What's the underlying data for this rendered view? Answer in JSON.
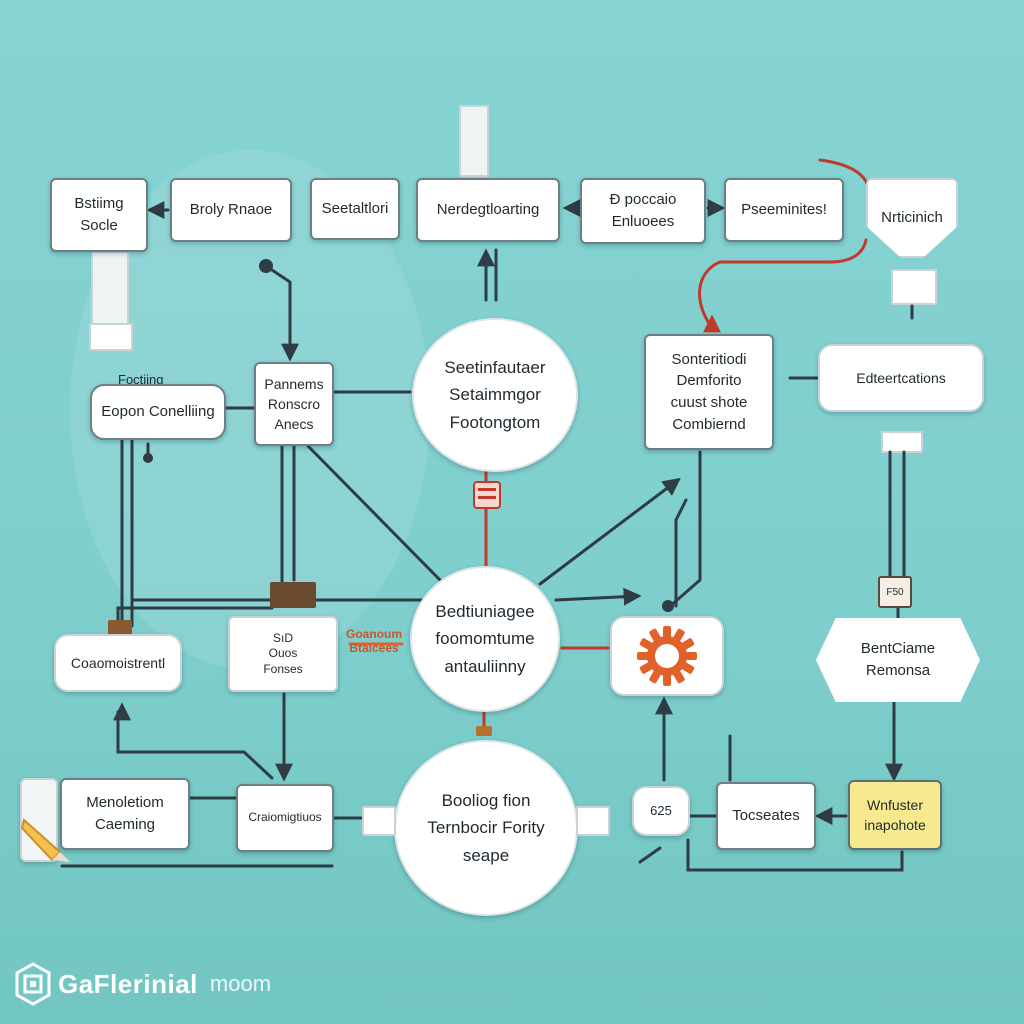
{
  "colors": {
    "background": "#7fcfce",
    "node_fill": "#ffffff",
    "node_border": "#6d7f84",
    "connector": "#2f3c44",
    "accent_red": "#c0392b",
    "accent_orange": "#e0622a",
    "highlight_yellow": "#f7e98d"
  },
  "nodes": {
    "top_1": "Bstiimg\nSocle",
    "top_2": "Broly Rnaoe",
    "top_3": "Seetaltlori",
    "top_4": "Nerdegtloarting",
    "top_5": "Ð  poccaio\nEnluoees",
    "top_6": "Pseeminites!",
    "top_7": "Nrticinich",
    "center_top": "Seetinfautaer\nSetaimmgor\nFootongtom",
    "right_mid": "Sonteritiodi\nDemforito\ncuust shote\nCombiernd",
    "right_tag": "Edteertcations",
    "left_tag": "Eopon Conelliing",
    "left_mid": "Pannems\nRonscro\nAnecs",
    "center_mid": "Bedtiuniagee\nfoomomtume\nantauliinny",
    "left_capsule": "Coaomoistrentl",
    "left_small": "SıD\nOuos\nFonses",
    "right_hex": "BentCiame\nRemonsa",
    "bottom_left": "Menoletiom\nCaeming",
    "bottom_chip": "Craiomigtiuos",
    "center_bottom": "Booliog fion\nTernbocir Fority\nseape",
    "bottom_small": "625",
    "bottom_right_1": "Tocseates",
    "bottom_right_2": "Wnfuster\ninapohote"
  },
  "labels": {
    "floating": "Foctiing",
    "orange_note": "Goanoum\nBtaicees",
    "tag_right": "F50"
  },
  "brand": {
    "name": "GaFlerinial",
    "suffix": "moom"
  }
}
